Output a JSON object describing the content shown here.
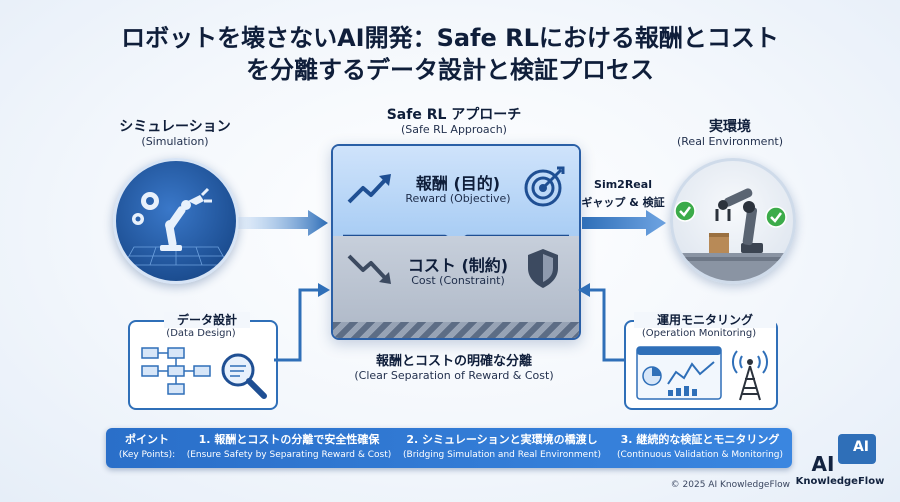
{
  "title": {
    "line1": "ロボットを壊さないAI開発：Safe RLにおける報酬とコスト",
    "line2": "を分離するデータ設計と検証プロセス"
  },
  "simulation": {
    "title": "シミュレーション",
    "subtitle": "(Simulation)"
  },
  "real_env": {
    "title": "実環境",
    "subtitle": "(Real Environment)"
  },
  "approach": {
    "title": "Safe RL アプローチ",
    "subtitle": "(Safe RL Approach)"
  },
  "reward": {
    "title": "報酬 (目的)",
    "subtitle": "Reward (Objective)"
  },
  "cost": {
    "title": "コスト (制約)",
    "subtitle": "Cost (Constraint)"
  },
  "separation": {
    "title": "報酬とコストの明確な分離",
    "subtitle": "(Clear Separation of Reward & Cost)"
  },
  "sim2real": {
    "line1": "Sim2Real",
    "line2": "ギャップ & 検証"
  },
  "data_design": {
    "title": "データ設計",
    "subtitle": "(Data Design)"
  },
  "monitoring": {
    "title": "運用モニタリング",
    "subtitle": "(Operation Monitoring)"
  },
  "key_points": {
    "label": "ポイント",
    "label_sub": "(Key Points):",
    "items": [
      {
        "main": "1. 報酬とコストの分離で安全性確保",
        "sub": "(Ensure Safety by Separating Reward & Cost)"
      },
      {
        "main": "2. シミュレーションと実環境の橋渡し",
        "sub": "(Bridging Simulation and Real Environment)"
      },
      {
        "main": "3. 継続的な検証とモニタリング",
        "sub": "(Continuous Validation & Monitoring)"
      }
    ]
  },
  "footer": {
    "copyright": "© 2025 AI KnowledgeFlow"
  },
  "logo": {
    "mark": "AI",
    "brand": "KnowledgeFlow"
  },
  "colors": {
    "primary": "#2f6fb8",
    "dark": "#0f1e3a",
    "green": "#3cab4a",
    "gray": "#aeb8c7"
  }
}
